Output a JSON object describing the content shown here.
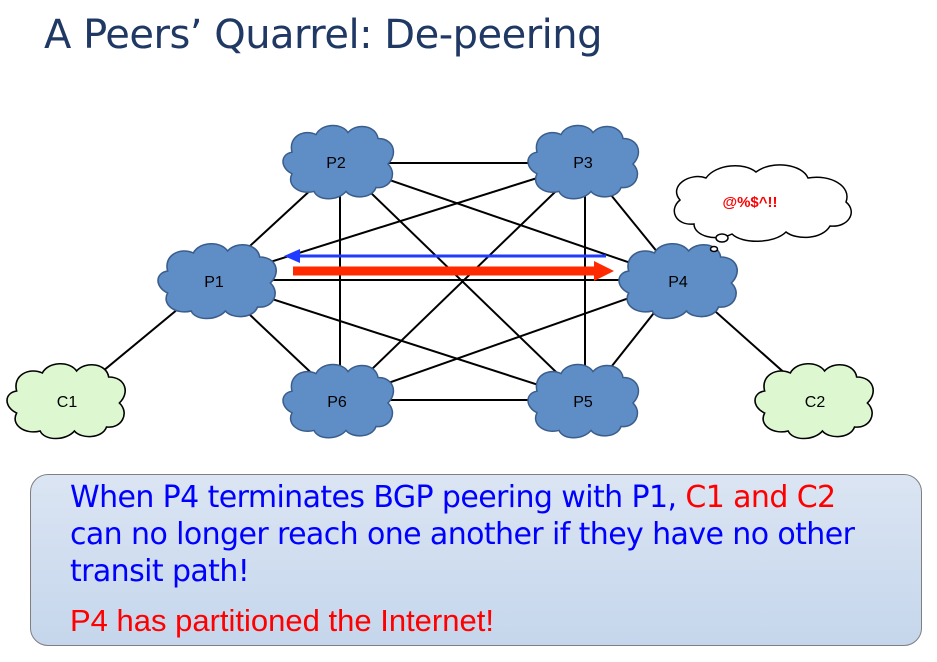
{
  "title": "A Peers’ Quarrel: De-peering",
  "nodes": {
    "p1": "P1",
    "p2": "P2",
    "p3": "P3",
    "p4": "P4",
    "p5": "P5",
    "p6": "P6",
    "c1": "C1",
    "c2": "C2"
  },
  "bubble": "@%$^!!",
  "callout": {
    "part1": "When P4 terminates BGP peering with P1, ",
    "part2": "C1 and C2",
    "part3": " can no longer reach one another if they have no other transit path!",
    "conclusion": "P4 has partitioned the Internet!"
  },
  "colors": {
    "provider_cloud": "#5f8dc6",
    "customer_cloud": "#ddf8d1",
    "title": "#1f3864",
    "callout_blue": "#0000ff",
    "callout_red": "#ff0000",
    "arrow_blue": "#1f3bff",
    "arrow_red": "#ff2a00"
  }
}
